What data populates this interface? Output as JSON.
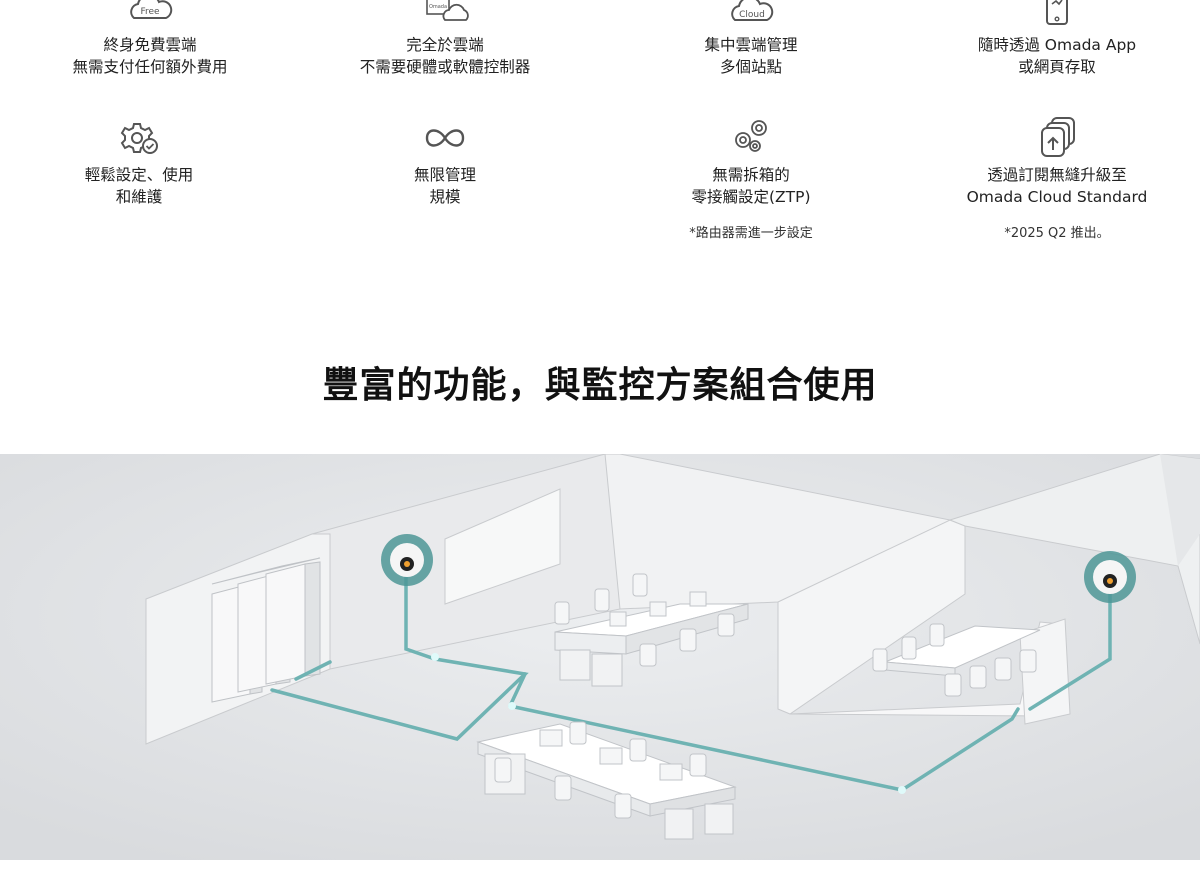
{
  "features": [
    {
      "icon": "free-cloud-icon",
      "icon_text": "Free",
      "line1": "終身免費雲端",
      "line2": "無需支付任何額外費用",
      "note": ""
    },
    {
      "icon": "omada-cloud-icon",
      "icon_text": "Omada",
      "line1": "完全於雲端",
      "line2": "不需要硬體或軟體控制器",
      "note": ""
    },
    {
      "icon": "cloud-icon",
      "icon_text": "Cloud",
      "line1": "集中雲端管理",
      "line2": "多個站點",
      "note": ""
    },
    {
      "icon": "phone-icon",
      "icon_text": "",
      "line1": "隨時透過 Omada App",
      "line2": "或網頁存取",
      "note": ""
    },
    {
      "icon": "gear-check-icon",
      "icon_text": "",
      "line1": "輕鬆設定、使用",
      "line2": "和維護",
      "note": ""
    },
    {
      "icon": "infinity-icon",
      "icon_text": "",
      "line1": "無限管理",
      "line2": "規模",
      "note": ""
    },
    {
      "icon": "gears-icon",
      "icon_text": "",
      "line1": "無需拆箱的",
      "line2": "零接觸設定(ZTP)",
      "note": "*路由器需進一步設定"
    },
    {
      "icon": "upgrade-layers-icon",
      "icon_text": "",
      "line1": "透過訂閱無縫升級至",
      "line2": "Omada Cloud Standard",
      "note": "*2025 Q2 推出。"
    }
  ],
  "headline": "豐富的功能，與監控方案組合使用",
  "colors": {
    "accent": "#5fa8a8",
    "icon_gray": "#555555",
    "floor": "#e4e5e7"
  }
}
